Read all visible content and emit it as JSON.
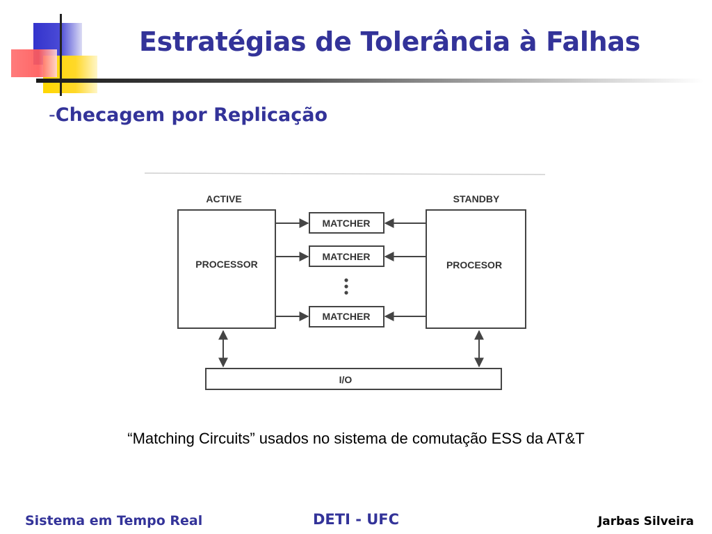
{
  "slide": {
    "title": "Estratégias de Tolerância à Falhas",
    "subtitle_prefix": "-",
    "subtitle": "Checagem por Replicação",
    "caption": "“Matching Circuits” usados no sistema de comutação ESS da AT&T"
  },
  "diagram": {
    "active_header": "ACTIVE",
    "active_label": "PROCESSOR",
    "standby_header": "STANDBY",
    "standby_label": "PROCESOR",
    "matchers": [
      "MATCHER",
      "MATCHER",
      "MATCHER"
    ],
    "io_label": "I/O"
  },
  "footer": {
    "left": "Sistema em Tempo Real",
    "center": "DETI - UFC",
    "right": "Jarbas Silveira"
  },
  "colors": {
    "title": "#333399",
    "accent_blue": "#3333cc",
    "accent_yellow": "#ffd700",
    "accent_red": "#ff6666"
  }
}
